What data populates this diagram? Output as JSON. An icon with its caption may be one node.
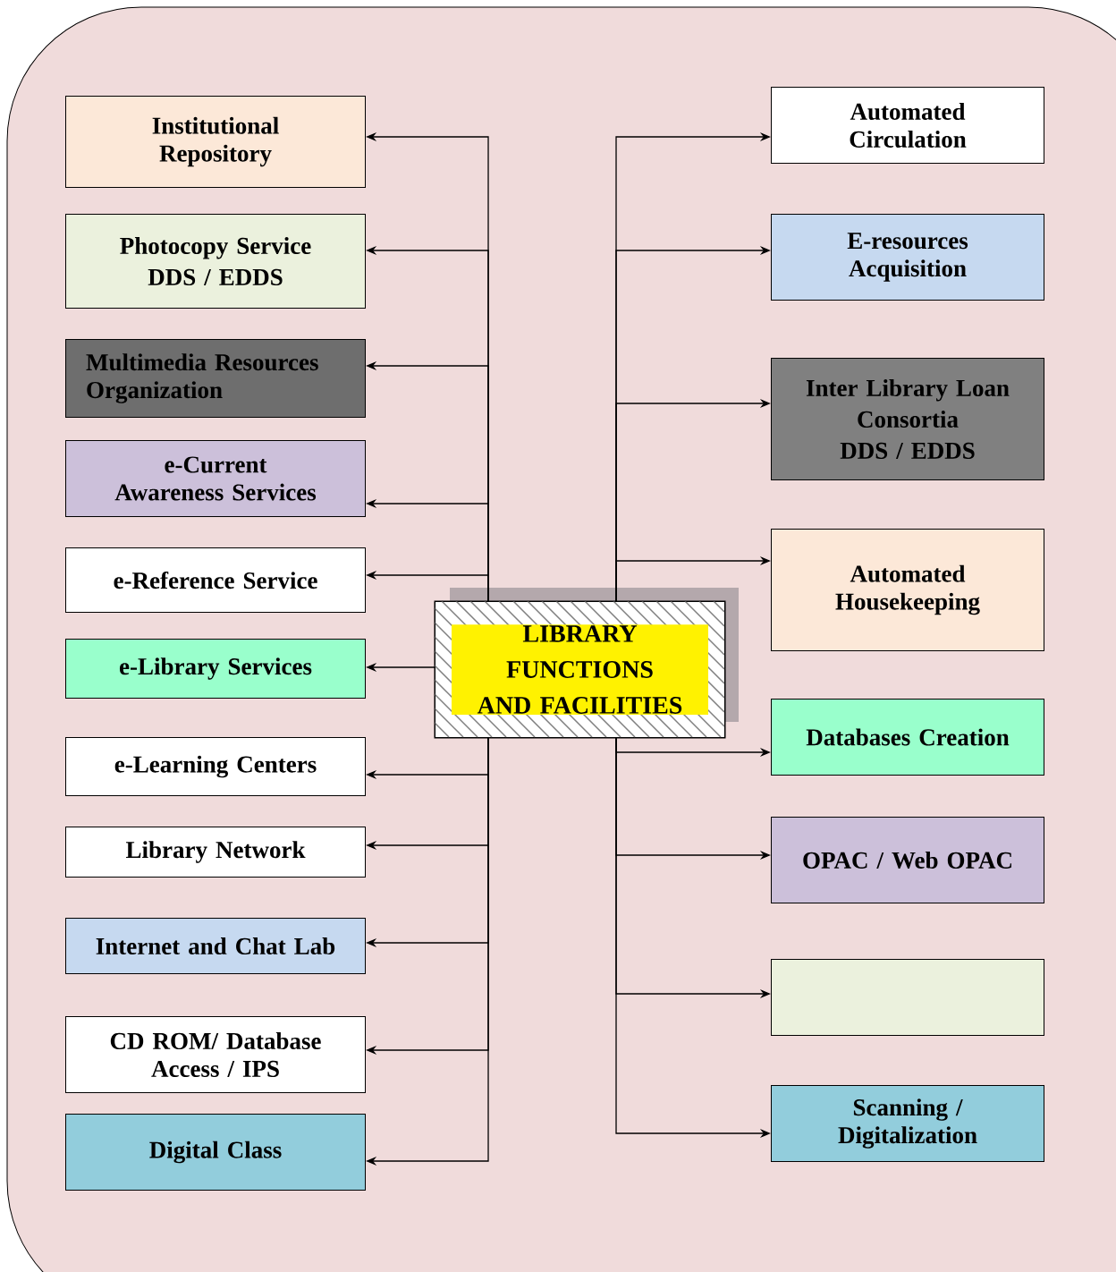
{
  "diagram": {
    "nodes": [
      {
        "text": [
          "Institutional Repository"
        ]
      },
      {
        "text": [
          "Photocopy Service",
          "DDS / EDDS"
        ]
      },
      {
        "text": [
          "Multimedia Resources Organization"
        ]
      },
      {
        "text": [
          "e-Current Awareness Services"
        ]
      },
      {
        "text": [
          "e-Reference Service"
        ]
      },
      {
        "text": [
          "e-Library Services"
        ]
      },
      {
        "text": [
          "e-Learning Centers"
        ]
      },
      {
        "text": [
          "Library Network"
        ]
      },
      {
        "text": [
          "Internet and Chat Lab"
        ]
      },
      {
        "text": [
          "CD ROM/ Database Access / IPS"
        ]
      },
      {
        "text": [
          "Digital Class"
        ]
      },
      {
        "text": [
          "LIBRARY FUNCTIONS AND FACILITIES"
        ]
      },
      {
        "text": [
          "Automated Circulation"
        ]
      },
      {
        "text": [
          "E-resources Acquisition"
        ]
      },
      {
        "text": [
          "Inter Library Loan",
          "Consortia",
          "DDS / EDDS"
        ]
      },
      {
        "text": [
          "Automated Housekeeping"
        ]
      },
      {
        "text": [
          "Databases Creation"
        ]
      },
      {
        "text": [
          "OPAC / Web OPAC"
        ]
      },
      {
        "text": [],
        "shape": "box"
      },
      {
        "text": [
          "Scanning / Digitalization"
        ]
      }
    ],
    "edges": [
      {
        "from": 11,
        "to": 0,
        "arrow": "to"
      },
      {
        "from": 11,
        "to": 1,
        "arrow": "to"
      },
      {
        "from": 11,
        "to": 2,
        "arrow": "to"
      },
      {
        "from": 11,
        "to": 3,
        "arrow": "to"
      },
      {
        "from": 11,
        "to": 4,
        "arrow": "to"
      },
      {
        "from": 11,
        "to": 5,
        "arrow": "to"
      },
      {
        "from": 11,
        "to": 6,
        "arrow": "to"
      },
      {
        "from": 11,
        "to": 7,
        "arrow": "to"
      },
      {
        "from": 11,
        "to": 8,
        "arrow": "to"
      },
      {
        "from": 11,
        "to": 9,
        "arrow": "to"
      },
      {
        "from": 11,
        "to": 10,
        "arrow": "to"
      },
      {
        "from": 11,
        "to": 12,
        "arrow": "to"
      },
      {
        "from": 11,
        "to": 13,
        "arrow": "to"
      },
      {
        "from": 11,
        "to": 14,
        "arrow": "to"
      },
      {
        "from": 11,
        "to": 15,
        "arrow": "to"
      },
      {
        "from": 11,
        "to": 16,
        "arrow": "to"
      },
      {
        "from": 11,
        "to": 17,
        "arrow": "to"
      },
      {
        "from": 11,
        "to": 18,
        "arrow": "to"
      },
      {
        "from": 11,
        "to": 19,
        "arrow": "to"
      }
    ]
  }
}
